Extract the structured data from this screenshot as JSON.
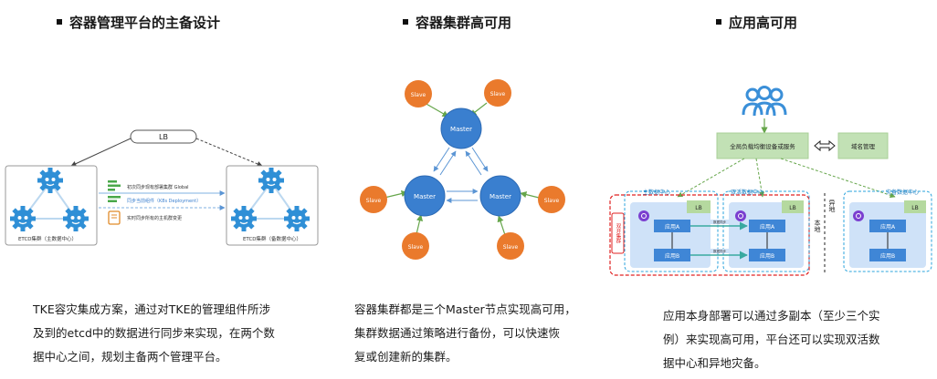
{
  "sections": [
    {
      "title": "容器管理平台的主备设计",
      "caption_lines": [
        "TKE容灾集成方案，通过对TKE的管理组件所涉",
        "及到的etcd中的数据进行同步来实现，在两个数",
        "据中心之间，规划主备两个管理平台。"
      ]
    },
    {
      "title": "容器集群高可用",
      "caption_lines": [
        "容器集群都是三个Master节点实现高可用，",
        "集群数据通过策略进行备份，可以快速恢",
        "复或创建新的集群。"
      ]
    },
    {
      "title": "应用高可用",
      "caption_lines": [
        "应用本身部署可以通过多副本（至少三个实",
        "例）来实现高可用，平台还可以实现双活数",
        "据中心和异地灾备。"
      ]
    }
  ],
  "d1": {
    "lb": "LB",
    "legend": [
      "初次同步现有部署集群 Global",
      "同步当前组件（K8s Deployment）",
      "实时同步所有的主机群变更"
    ],
    "main_label": "ETCD集群（主数据中心）",
    "backup_label": "ETCD集群（备数据中心）"
  },
  "d2": {
    "master": "Master",
    "slave": "Slave"
  },
  "d3": {
    "gslb": "全局负载均衡设备或服务",
    "dns": "域名管理",
    "dc_main": "主数据中心",
    "dc_active": "双活数据中心",
    "dc_backup": "灾备数据中心",
    "split": "双开集群",
    "lb": "LB",
    "app_a": "应用A",
    "app_b": "应用B",
    "local": "本地",
    "remote": "异地",
    "sync": "数据同步"
  },
  "colors": {
    "master": "#3a7fcf",
    "slave": "#ea7a2c",
    "green_arrow": "#66a64b",
    "blue_arrow": "#5b95d4",
    "lightblue": "#cfe2f8",
    "app_box": "#3f86d6",
    "gslb_fill": "#c2e1b5",
    "red_dash": "#e02020",
    "cyan_dash": "#2aa3dc"
  }
}
